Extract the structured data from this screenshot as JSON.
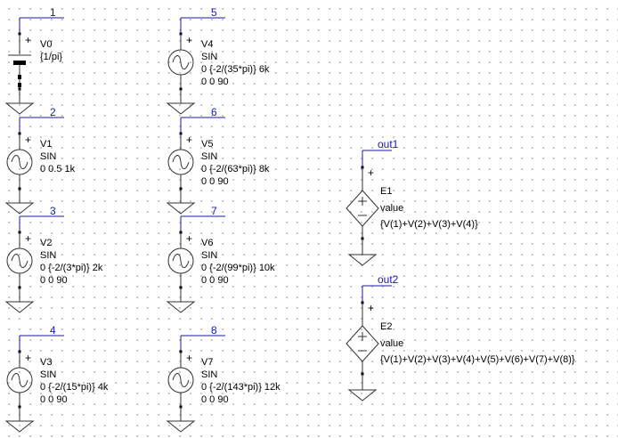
{
  "schematic": {
    "sources": [
      {
        "id": "V0",
        "name": "V0",
        "type": "battery",
        "line1": "{1/pi}",
        "line2": "",
        "line3": "",
        "node": "1"
      },
      {
        "id": "V1",
        "name": "V1",
        "type": "sin",
        "line1": "SIN",
        "line2": "0 0.5 1k",
        "line3": "",
        "node": "2"
      },
      {
        "id": "V2",
        "name": "V2",
        "type": "sin",
        "line1": "SIN",
        "line2": "0 {-2/(3*pi)} 2k",
        "line3": "0 0 90",
        "node": "3"
      },
      {
        "id": "V3",
        "name": "V3",
        "type": "sin",
        "line1": "SIN",
        "line2": "0 {-2/(15*pi)} 4k",
        "line3": "0 0 90",
        "node": "4"
      },
      {
        "id": "V4",
        "name": "V4",
        "type": "sin",
        "line1": "SIN",
        "line2": "0 {-2/(35*pi)} 6k",
        "line3": "0 0 90",
        "node": "5"
      },
      {
        "id": "V5",
        "name": "V5",
        "type": "sin",
        "line1": "SIN",
        "line2": "0 {-2/(63*pi)} 8k",
        "line3": "0 0 90",
        "node": "6"
      },
      {
        "id": "V6",
        "name": "V6",
        "type": "sin",
        "line1": "SIN",
        "line2": "0 {-2/(99*pi)} 10k",
        "line3": "0 0 90",
        "node": "7"
      },
      {
        "id": "V7",
        "name": "V7",
        "type": "sin",
        "line1": "SIN",
        "line2": "0 {-2/(143*pi)} 12k",
        "line3": "0 0 90",
        "node": "8"
      }
    ],
    "dep_sources": [
      {
        "id": "E1",
        "name": "E1",
        "label": "value",
        "expr": "{V(1)+V(2)+V(3)+V(4)}",
        "node": "out1"
      },
      {
        "id": "E2",
        "name": "E2",
        "label": "value",
        "expr": "{V(1)+V(2)+V(3)+V(4)+V(5)+V(6)+V(7)+V(8)}",
        "node": "out2"
      }
    ],
    "plus_sign": "+",
    "colors": {
      "wire": "#1a1aa8",
      "component": "#333333",
      "text": "#000000",
      "grid_dot": "#b8b8b8"
    }
  }
}
